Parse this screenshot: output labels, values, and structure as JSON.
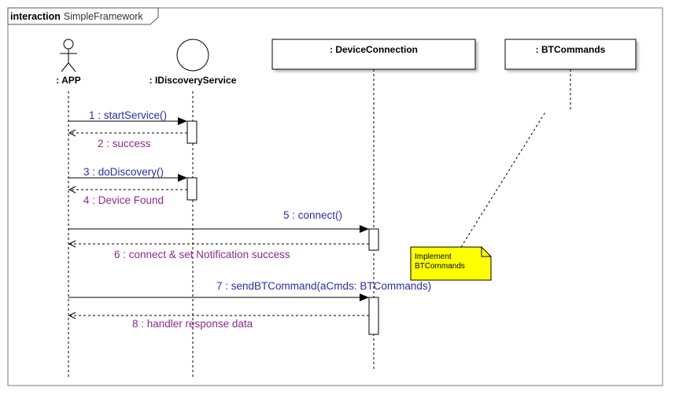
{
  "frame": {
    "keyword": "interaction",
    "name": "SimpleFramework"
  },
  "participants": {
    "app": {
      "label": ": APP"
    },
    "discovery": {
      "label": ": IDiscoveryService"
    },
    "device": {
      "label": ": DeviceConnection"
    },
    "bt": {
      "label": ": BTCommands"
    }
  },
  "messages": [
    {
      "label": "1 : startService()"
    },
    {
      "label": "2 : success"
    },
    {
      "label": "3 : doDiscovery()"
    },
    {
      "label": "4 : Device Found"
    },
    {
      "label": "5 : connect()"
    },
    {
      "label": "6 : connect & set Notification success"
    },
    {
      "label": "7 : sendBTCommand(aCmds: BTCommands)"
    },
    {
      "label": "8 : handler response data"
    }
  ],
  "note": {
    "line1": "Implement",
    "line2": "BTCommands"
  },
  "colors": {
    "call_text": "#2b2bb8",
    "return_text": "#8e2a8e",
    "note_fill": "#ffff00",
    "line": "#000000"
  }
}
